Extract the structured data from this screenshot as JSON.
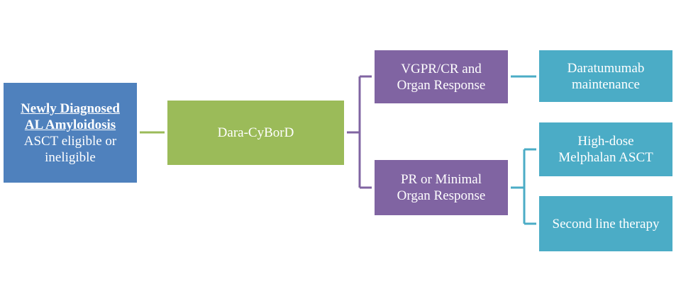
{
  "colors": {
    "start_box": "#4f81bd",
    "regimen_box": "#9bbb59",
    "response_box": "#8064a2",
    "outcome_box": "#4bacc6"
  },
  "nodes": {
    "start": {
      "title_line1": "Newly Diagnosed",
      "title_line2": "AL Amyloidosis",
      "body_line1": "ASCT eligible or",
      "body_line2": "ineligible"
    },
    "regimen": {
      "line1": "Dara-CyBorD"
    },
    "good_response": {
      "line1": "VGPR/CR and",
      "line2": "Organ Response"
    },
    "partial_response": {
      "line1": "PR or Minimal",
      "line2": "Organ Response"
    },
    "maintenance": {
      "line1": "Daratumumab",
      "line2": "maintenance"
    },
    "high_dose": {
      "line1": "High-dose",
      "line2": "Melphalan ASCT"
    },
    "second_line": {
      "line1": "Second line therapy"
    }
  }
}
